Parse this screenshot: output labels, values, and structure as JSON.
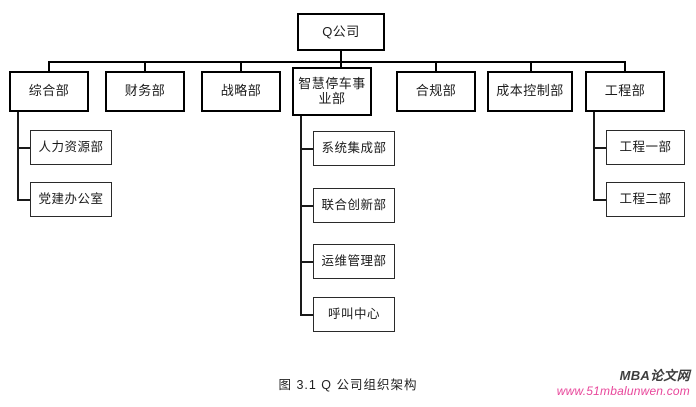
{
  "chart_data": {
    "type": "diagram",
    "title": "Q 公司组织架构",
    "caption": "图 3.1  Q 公司组织架构",
    "root": {
      "id": "root",
      "label": "Q公司"
    },
    "level2": [
      {
        "id": "zonghe",
        "label": "综合部"
      },
      {
        "id": "caiwu",
        "label": "财务部"
      },
      {
        "id": "zhanlue",
        "label": "战略部"
      },
      {
        "id": "tingche",
        "label": "智慧停车事\n业部"
      },
      {
        "id": "hegui",
        "label": "合规部"
      },
      {
        "id": "chengben",
        "label": "成本控制部"
      },
      {
        "id": "gongcheng",
        "label": "工程部"
      }
    ],
    "children_zonghe": [
      {
        "id": "hr",
        "label": "人力资源部"
      },
      {
        "id": "dangjian",
        "label": "党建办公室"
      }
    ],
    "children_tingche": [
      {
        "id": "xitong",
        "label": "系统集成部"
      },
      {
        "id": "lianhe",
        "label": "联合创新部"
      },
      {
        "id": "yunwei",
        "label": "运维管理部"
      },
      {
        "id": "huhan",
        "label": "呼叫中心"
      }
    ],
    "children_gongcheng": [
      {
        "id": "gc1",
        "label": "工程一部"
      },
      {
        "id": "gc2",
        "label": "工程二部"
      }
    ],
    "line_color": "#000000",
    "box_border_color": "#000000",
    "box_fill": "#ffffff"
  },
  "watermark": {
    "brand": "MBA论文网",
    "url": "www.51mbalunwen.com",
    "brand_color": "#3d3d3d",
    "url_color": "#e8479b"
  }
}
